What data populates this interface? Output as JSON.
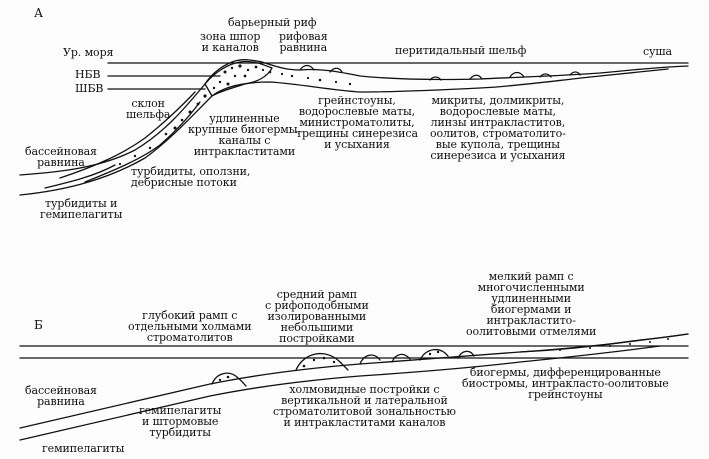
{
  "panel_a": {
    "letter": "А",
    "barrier_reef": "барьерный риф",
    "spur_groove": "зона шпор\nи каналов",
    "reef_flat": "рифовая\nравнина",
    "sea_level": "Ур. моря",
    "nbv": "НБВ",
    "shbv": "ШБВ",
    "peritidal_shelf": "перитидальный шельф",
    "land": "суша",
    "shelf_slope": "склон\nшельфа",
    "grainstones": "грейнстоуны,\nводорослевые маты,\nминистроматолиты,\nтрещины синерезиса\nи усыхания",
    "micrites": "микриты, долмикриты,\nводорослевые маты,\nлинзы интракластитов,\nоолитов, строматолито-\nвые купола, трещины\nсинерезиса и усыхания",
    "bioherms": "удлиненные\nкрупные биогермы,\nканалы с\nинтракластитами",
    "basin_plain": "бассейновая\nравнина",
    "turbidites_slides": "турбидиты, оползни,\nдебрисные потоки",
    "turbidites_hemipelagites": "турбидиты и\nгемипелагиты"
  },
  "panel_b": {
    "letter": "Б",
    "deep_ramp": "глубокий рамп с\nотдельными холмами\nстроматолитов",
    "middle_ramp": "средний рамп\nс рифоподобными\nизолированными\nнебольшими\nпостройками",
    "shallow_ramp": "мелкий рамп с\nмногочисленными\nудлиненными\nбиогермами и\nинтракластито-\nоолитовыми отмелями",
    "basin_plain": "бассейновая\nравнина",
    "hemipelagites_storm": "гемипелагиты\nи штормовые\nтурбидиты",
    "hemipelagites": "гемипелагиты",
    "mounds": "холмовидные постройки с\nвертикальной и латеральной\nстроматолитовой зональностью\nи интракластитами каналов",
    "bioherms": "биогермы, дифференцированные\nбиостромы, интракласто-оолитовые\nгрейнстоуны"
  }
}
